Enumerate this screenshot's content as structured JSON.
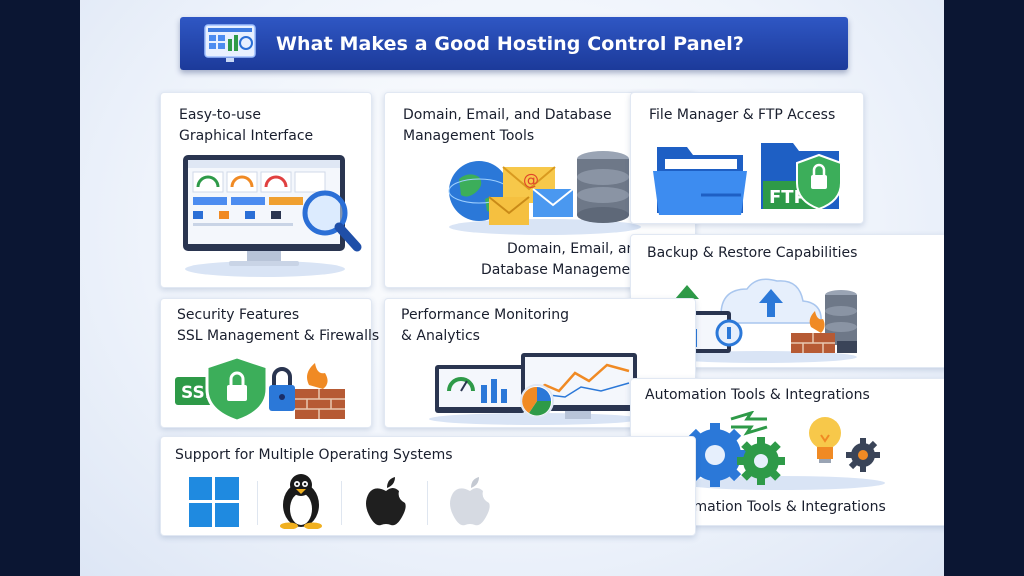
{
  "title": "What Makes a Good Hosting Control Panel?",
  "cards": {
    "gui": {
      "line1": "Easy-to-use",
      "line2": "Graphical Interface"
    },
    "domain": {
      "line1": "Domain, Email, and Database",
      "line2": "Management Tools",
      "line3": "Domain, Email, and",
      "line4": "Database Management Tools"
    },
    "file": {
      "line1": "File Manager & FTP Access",
      "ftp_label": "FTP"
    },
    "backup": {
      "line1": "Backup & Restore Capabilities"
    },
    "security": {
      "line1": "Security Features",
      "line2": "SSL Management & Firewalls",
      "ssl_label": "SSL"
    },
    "performance": {
      "line1": "Performance Monitoring",
      "line2": "& Analytics"
    },
    "automation": {
      "line1": "Automation Tools & Integrations",
      "line2": "Automation Tools & Integrations"
    },
    "os": {
      "line1": "Support for Multiple Operating Systems"
    }
  },
  "icons": {
    "title": "dashboard-icon",
    "gui": "monitor-magnifier-icon",
    "domain": "globe-envelope-database-icon",
    "file": "folder-ftp-shield-icon",
    "backup": "cloud-backup-icon",
    "security": "ssl-shield-lock-icon",
    "performance": "analytics-monitor-icon",
    "automation": "gears-lightbulb-icon",
    "os": [
      "windows-icon",
      "linux-icon",
      "apple-icon",
      "apple-light-icon"
    ]
  },
  "colors": {
    "title_bar": "#1f3fa3",
    "accent_blue": "#2b6fd6",
    "green": "#2e9a48",
    "orange": "#f08a24",
    "page_bg": "#0b1633"
  }
}
